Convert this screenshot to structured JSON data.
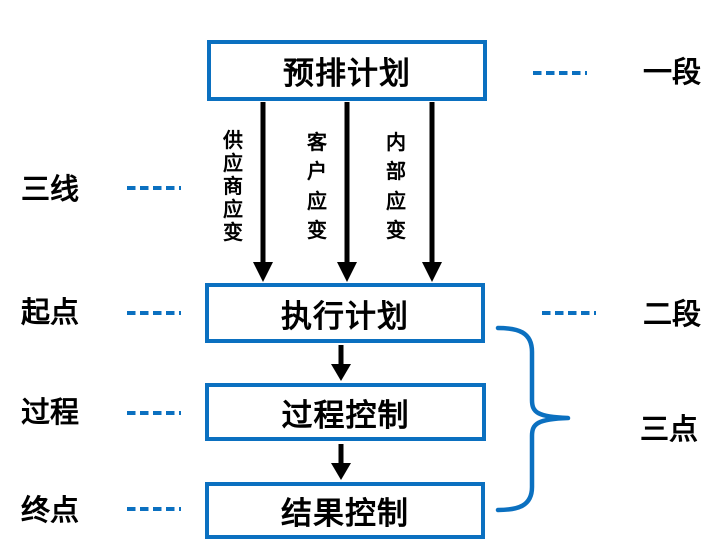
{
  "colors": {
    "accent_blue": "#0b70c0",
    "line_black": "#000000"
  },
  "flow": {
    "boxes": [
      {
        "id": "preplan",
        "label": "预排计划"
      },
      {
        "id": "exec",
        "label": "执行计划"
      },
      {
        "id": "process",
        "label": "过程控制"
      },
      {
        "id": "result",
        "label": "结果控制"
      }
    ],
    "branch_labels": [
      {
        "id": "supplier",
        "label": "供应商应变"
      },
      {
        "id": "customer",
        "label": "客户应变"
      },
      {
        "id": "internal",
        "label": "内部应变"
      }
    ]
  },
  "annotations": {
    "left": [
      {
        "id": "sanxian",
        "label": "三线"
      },
      {
        "id": "qidian",
        "label": "起点"
      },
      {
        "id": "guocheng",
        "label": "过程"
      },
      {
        "id": "zhongdian",
        "label": "终点"
      }
    ],
    "right": [
      {
        "id": "yiduan",
        "label": "一段"
      },
      {
        "id": "erduan",
        "label": "二段"
      },
      {
        "id": "sandian",
        "label": "三点"
      }
    ]
  }
}
